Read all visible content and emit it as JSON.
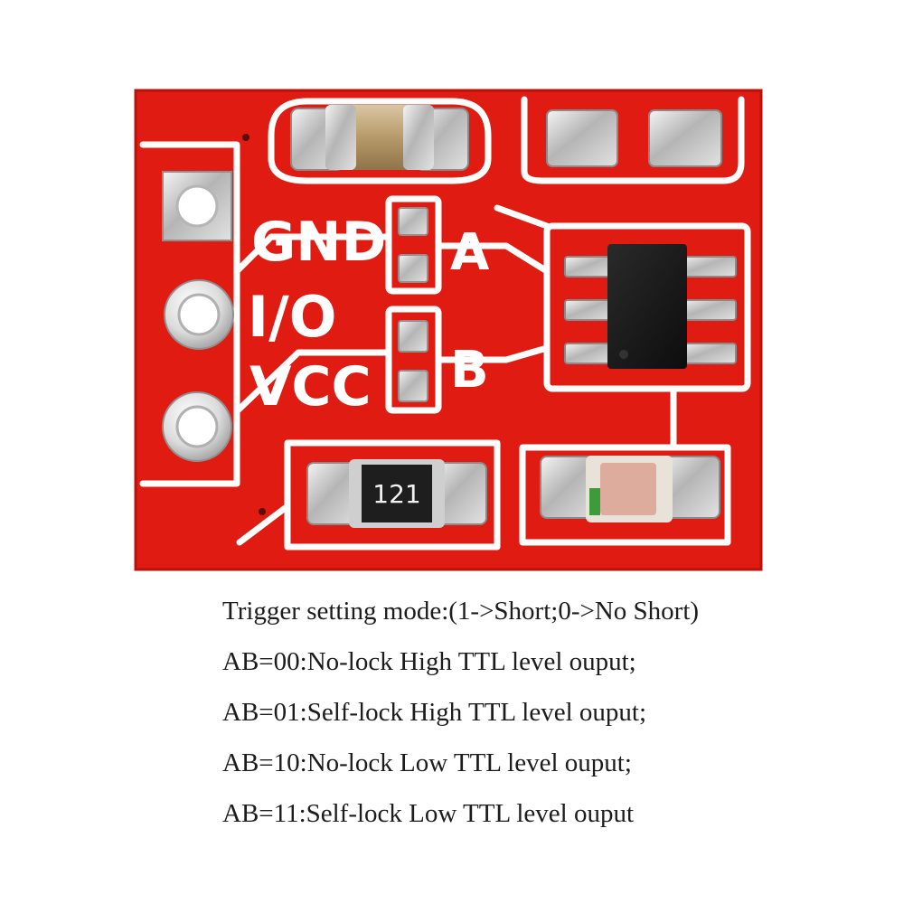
{
  "board": {
    "silkscreen": {
      "gnd": "GND",
      "io": "I/O",
      "vcc": "VCC",
      "jumper_a": "A",
      "jumper_b": "B"
    },
    "resistor_code": "121",
    "colors": {
      "pcb": "#e01b12",
      "silkscreen": "#ffffff",
      "pad": "#c9c9c9",
      "chip": "#1a1a1a"
    }
  },
  "notes": {
    "title": "Trigger setting mode:(1->Short;0->No Short)",
    "modes": [
      "AB=00:No-lock High TTL level ouput;",
      "AB=01:Self-lock High TTL level ouput;",
      "AB=10:No-lock Low TTL level ouput;",
      "AB=11:Self-lock Low TTL level ouput"
    ]
  }
}
